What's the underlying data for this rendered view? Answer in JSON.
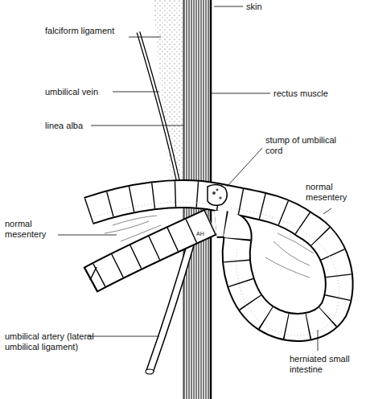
{
  "diagram": {
    "labels": [
      "falciform ligament",
      "skin",
      "umbilical vein",
      "rectus muscle",
      "linea alba",
      "stump of umbilical cord",
      "normal mesentery",
      "normal mesentery",
      "AH",
      "umbilical artery (lateral umbilical ligament)",
      "herniated small intestine"
    ]
  }
}
